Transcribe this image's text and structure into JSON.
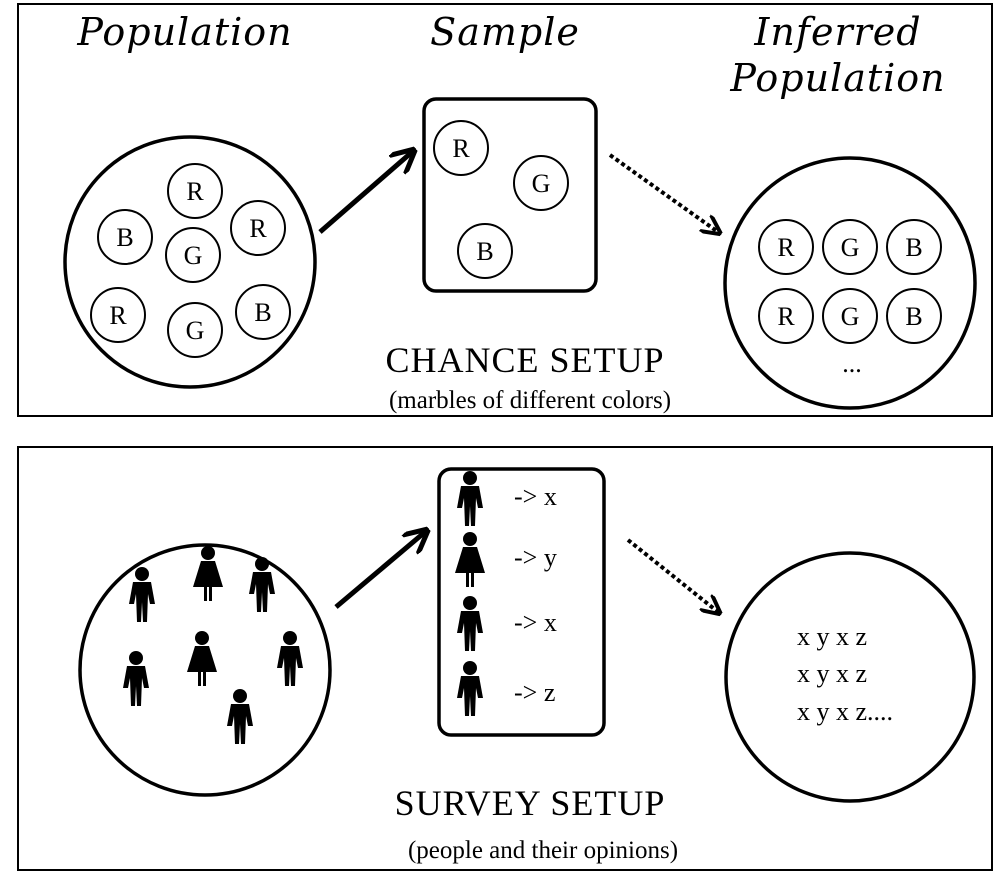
{
  "headers": {
    "population": "Population",
    "sample": "Sample",
    "inferred_line1": "Inferred",
    "inferred_line2": "Population"
  },
  "chance": {
    "title": "CHANCE  SETUP",
    "subtitle": "(marbles of different colors)",
    "population_marbles": [
      "R",
      "B",
      "G",
      "R",
      "R",
      "G",
      "B"
    ],
    "sample_marbles": [
      "R",
      "G",
      "B"
    ],
    "inferred_marbles": [
      "R",
      "G",
      "B",
      "R",
      "G",
      "B"
    ],
    "inferred_ellipsis": "..."
  },
  "survey": {
    "title": "SURVEY SETUP",
    "subtitle": "(people and their opinions)",
    "sample_answers": [
      "-> x",
      "-> y",
      "-> x",
      "-> z"
    ],
    "inferred_lines": [
      "x y x z",
      "x y x z",
      "x y x z...."
    ]
  }
}
